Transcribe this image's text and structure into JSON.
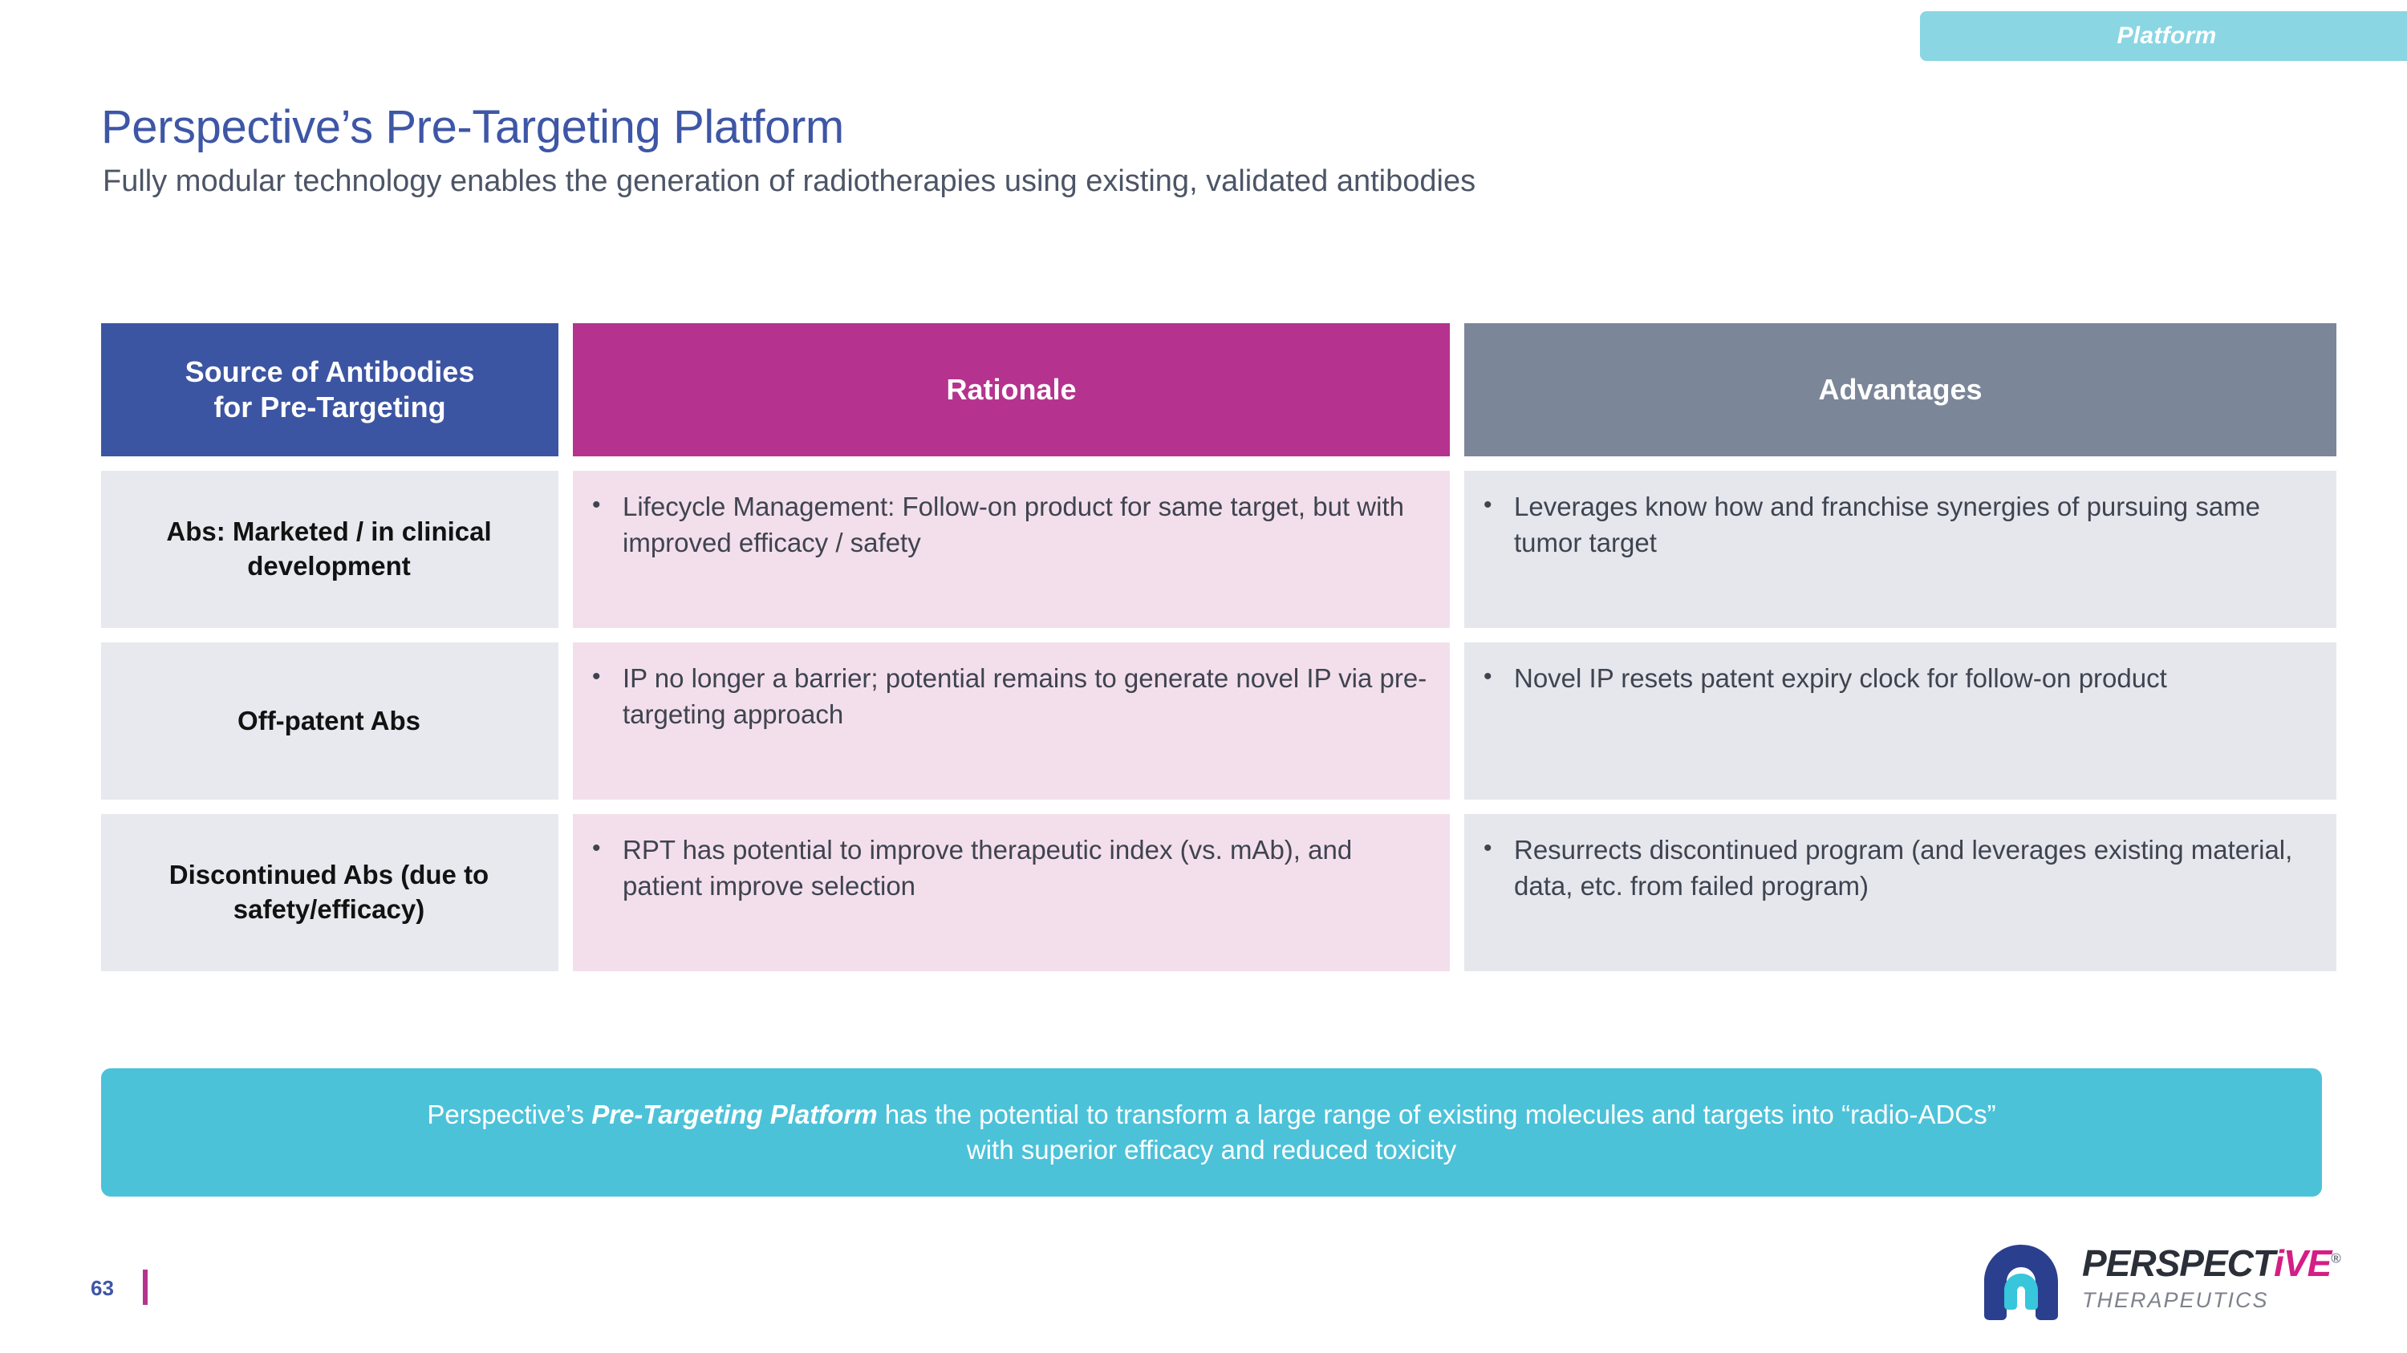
{
  "badge": {
    "label": "Platform"
  },
  "header": {
    "title": "Perspective’s Pre-Targeting Platform",
    "subtitle": "Fully modular technology enables the generation of radiotherapies using existing, validated antibodies"
  },
  "table": {
    "columns": [
      {
        "header": "Source of Antibodies\nfor Pre-Targeting",
        "header_line1": "Source of Antibodies",
        "header_line2": "for Pre-Targeting",
        "color": "#3c55a3"
      },
      {
        "header": "Rationale",
        "color": "#b5338e"
      },
      {
        "header": "Advantages",
        "color": "#7c8699"
      }
    ],
    "rows": [
      {
        "source": "Abs: Marketed / in clinical development",
        "rationale": "Lifecycle Management: Follow-on product for same target, but with improved efficacy / safety",
        "advantages": "Leverages know how and franchise synergies of pursuing same tumor target"
      },
      {
        "source": "Off-patent Abs",
        "rationale": "IP no longer a barrier; potential remains to generate novel IP via pre-targeting approach",
        "advantages": "Novel IP resets patent expiry clock for follow-on product"
      },
      {
        "source": "Discontinued Abs (due to safety/efficacy)",
        "rationale": "RPT has potential to improve therapeutic index (vs. mAb), and patient improve selection",
        "advantages": "Resurrects discontinued program (and leverages existing material, data, etc. from failed program)"
      }
    ],
    "bullet_glyph": "•"
  },
  "callout": {
    "line1_prefix": "Perspective’s ",
    "line1_emphasis": "Pre-Targeting Platform",
    "line1_suffix": " has the potential to transform a large range of existing molecules and targets into “radio-ADCs”",
    "line2": "with superior efficacy and reduced toxicity"
  },
  "footer": {
    "page_number": "63",
    "logo": {
      "word_main": "PERSPECT",
      "word_accent": "iVE",
      "registered": "®",
      "subtitle": "THERAPEUTICS"
    }
  },
  "colors": {
    "title_blue": "#3e56a6",
    "magenta": "#b5338e",
    "cyan": "#4cc2d9",
    "badge_cyan": "#8ad6e3",
    "gray_blue": "#7c8699",
    "cell_gray": "#e5e7ec",
    "cell_pink": "#f3dfeb"
  }
}
